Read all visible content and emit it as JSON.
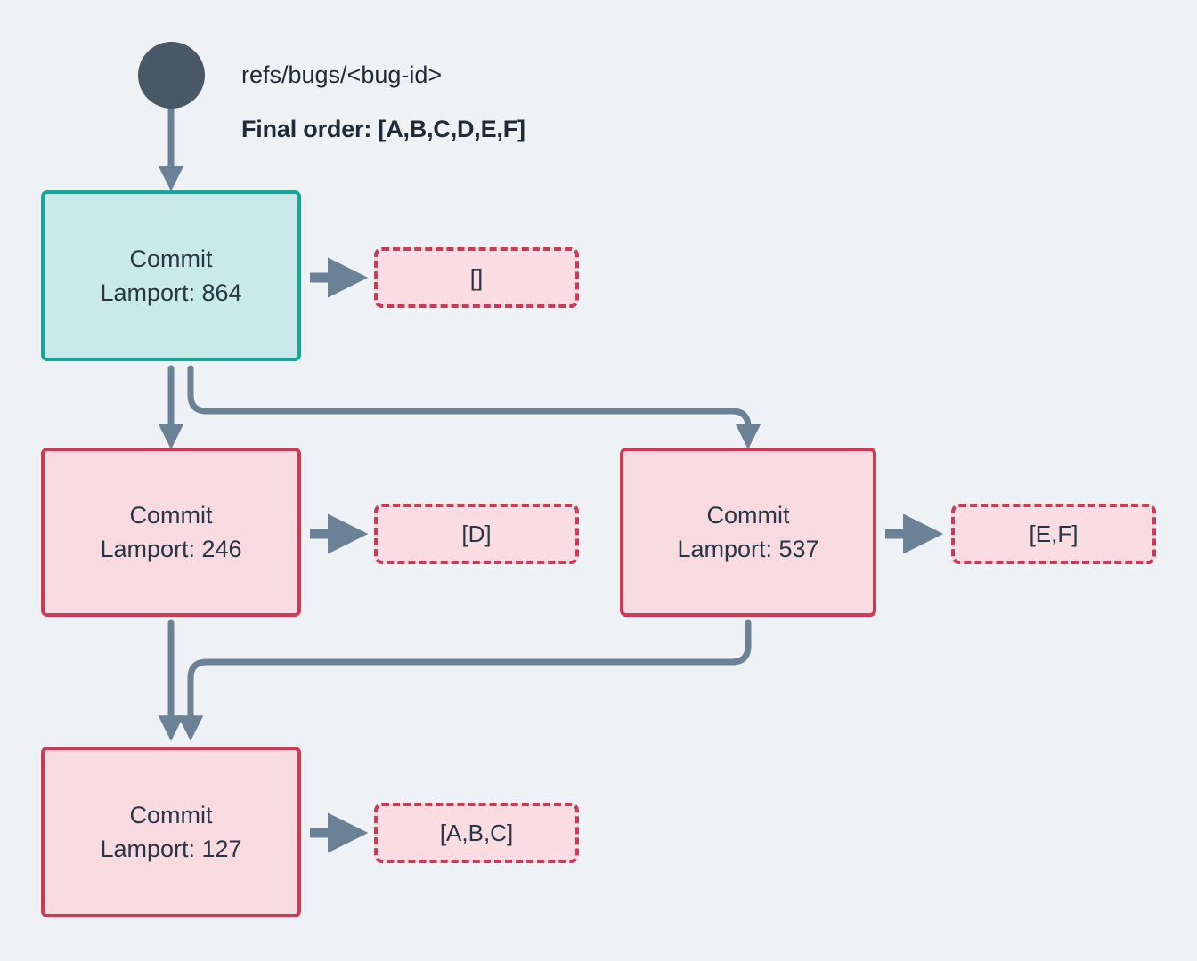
{
  "diagram": {
    "background_color": "#eff2f5",
    "edge_color": "#6b8196",
    "head_fill": "#c8eae8",
    "head_stroke": "#14a79a",
    "commit_fill": "#f7dbe1",
    "commit_stroke": "#cd3a55",
    "payload_fill": "#f9dde3",
    "payload_stroke": "#cd3a55",
    "text_color": "#2a3542",
    "root_dot_color": "#495866"
  },
  "root": {
    "dot_name": "ref-root-dot",
    "ref_label": "refs/bugs/<bug-id>",
    "final_order_label": "Final order: [A,B,C,D,E,F]"
  },
  "nodes": [
    {
      "id": "head",
      "title": "Commit",
      "lamport": "Lamport: 864",
      "kind": "head",
      "payload": "[]"
    },
    {
      "id": "c246",
      "title": "Commit",
      "lamport": "Lamport: 246",
      "kind": "commit",
      "payload": "[D]"
    },
    {
      "id": "c537",
      "title": "Commit",
      "lamport": "Lamport: 537",
      "kind": "commit",
      "payload": "[E,F]"
    },
    {
      "id": "c127",
      "title": "Commit",
      "lamport": "Lamport: 127",
      "kind": "commit",
      "payload": "[A,B,C]"
    }
  ]
}
